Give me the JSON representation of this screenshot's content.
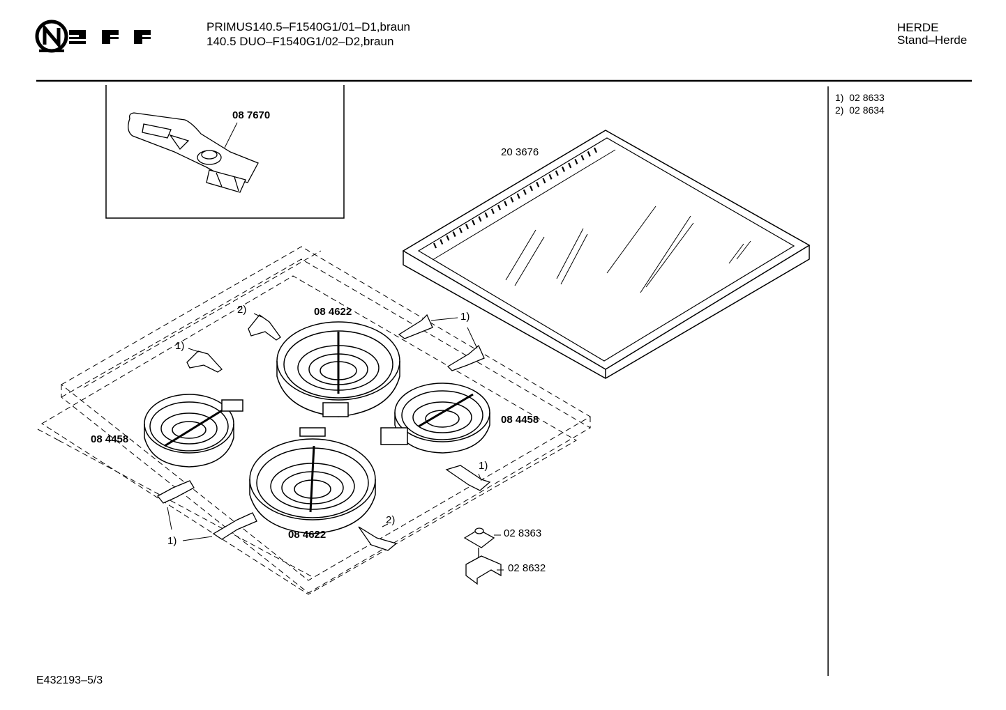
{
  "header": {
    "brand": "NEFF",
    "model_line_1": "PRIMUS140.5–F1540G1/01–D1,braun",
    "model_line_2": "140.5 DUO–F1540G1/02–D2,braun",
    "category": "HERDE",
    "subcategory": "Stand–Herde"
  },
  "notes": [
    {
      "key": "1)",
      "part": "02 8633"
    },
    {
      "key": "2)",
      "part": "02 8634"
    }
  ],
  "parts": {
    "scraper": "08 7670",
    "glass_top": "20 3676",
    "hotplate_large_rear": "08 4622",
    "hotplate_small_left": "08 4458",
    "hotplate_small_right": "08 4458",
    "hotplate_large_front": "08 4622",
    "sensor": "02 8363",
    "bracket": "02 8632"
  },
  "callouts": {
    "c1": "2)",
    "c2": "1)",
    "c3": "1)",
    "c4": "1)",
    "c5": "1)",
    "c6": "2)"
  },
  "footer": {
    "doc_id": "E432193–5/3"
  }
}
